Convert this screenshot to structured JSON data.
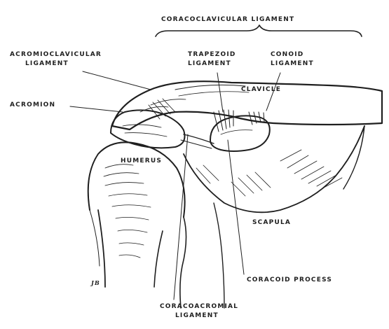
{
  "labels": {
    "coracoclavicular": "CORACOCLAVICULAR LIGAMENT",
    "acromioclavicular_1": "ACROMIOCLAVICULAR",
    "acromioclavicular_2": "LIGAMENT",
    "trapezoid_1": "TRAPEZOID",
    "trapezoid_2": "LIGAMENT",
    "conoid_1": "CONOID",
    "conoid_2": "LIGAMENT",
    "acromion": "ACROMION",
    "clavicle": "CLAVICLE",
    "humerus": "HUMERUS",
    "scapula": "SCAPULA",
    "coracoid_process": "CORACOID PROCESS",
    "coracoacromial_1": "CORACOACROMIAL",
    "coracoacromial_2": "LIGAMENT",
    "signature": "JB"
  },
  "colors": {
    "ink": "#1f1f1f",
    "background": "#ffffff"
  }
}
